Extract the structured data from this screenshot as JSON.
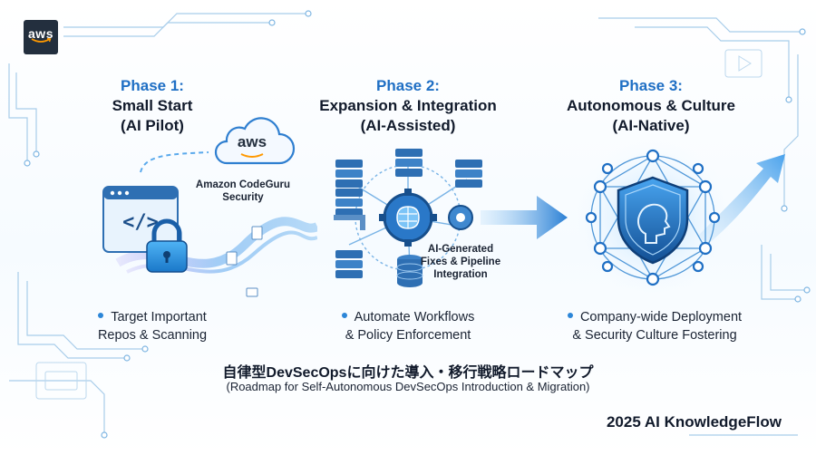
{
  "logo": {
    "text": "aws"
  },
  "phases": [
    {
      "number": "Phase 1:",
      "title_line1": "Small Start",
      "title_line2": "(AI Pilot)",
      "bullet_line1": "Target Important",
      "bullet_line2": "Repos & Scanning"
    },
    {
      "number": "Phase 2:",
      "title_line1": "Expansion & Integration",
      "title_line2": "(AI-Assisted)",
      "bullet_line1": "Automate Workflows",
      "bullet_line2": "& Policy Enforcement"
    },
    {
      "number": "Phase 3:",
      "title_line1": "Autonomous & Culture",
      "title_line2": "(AI-Native)",
      "bullet_line1": "Company-wide Deployment",
      "bullet_line2": "& Security Culture Fostering"
    }
  ],
  "codeguru": {
    "cloud_text": "aws",
    "line1": "Amazon CodeGuru",
    "line2": "Security"
  },
  "ai_fixes": {
    "line1": "AI-Generated",
    "line2": "Fixes & Pipeline",
    "line3": "Integration"
  },
  "footer": {
    "jp_title": "自律型DevSecOpsに向けた導入・移行戦略ロードマップ",
    "en_subtitle": "(Roadmap for Self-Autonomous DevSecOps Introduction & Migration)",
    "brand": "2025 AI KnowledgeFlow"
  },
  "colors": {
    "accent_blue": "#1f6fc4",
    "dark_navy": "#232f3e",
    "aws_orange": "#ff9900",
    "light_blue": "#5aa9ec"
  }
}
